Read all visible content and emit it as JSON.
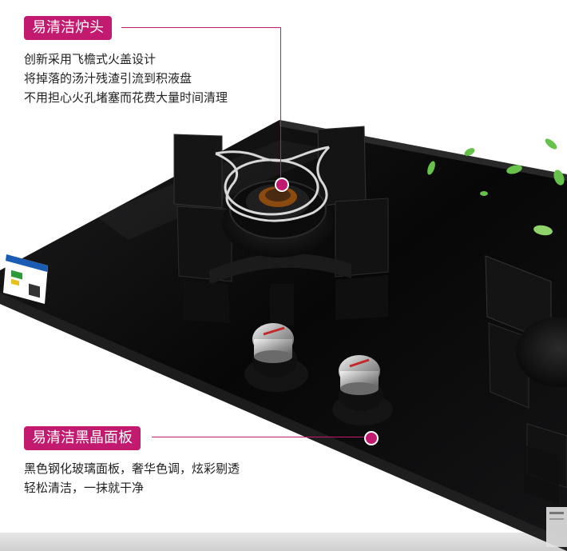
{
  "colors": {
    "accent": "#c21a6e",
    "glass": "#0b0b0c",
    "text": "#222222"
  },
  "callouts": {
    "burner": {
      "title": "易清洁炉头",
      "lines": [
        "创新采用飞檐式火盖设计",
        "将掉落的汤汁残渣引流到积液盘",
        "不用担心火孔堵塞而花费大量时间清理"
      ]
    },
    "panel": {
      "title": "易清洁黑晶面板",
      "lines": [
        "黑色钢化玻璃面板，奢华色调，炫彩剔透",
        "轻松清洁，一抹就干净"
      ]
    }
  }
}
